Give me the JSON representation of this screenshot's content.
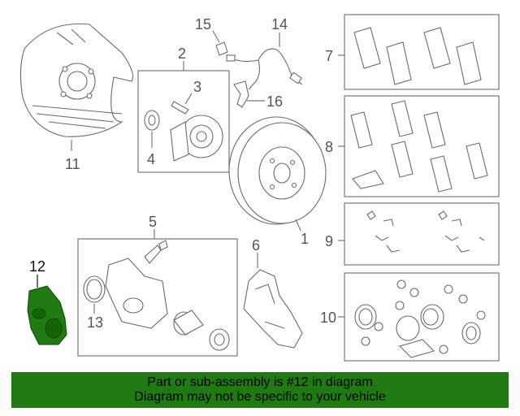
{
  "diagram": {
    "callouts": {
      "c1": "1",
      "c2": "2",
      "c3": "3",
      "c4": "4",
      "c5": "5",
      "c6": "6",
      "c7": "7",
      "c8": "8",
      "c9": "9",
      "c10": "10",
      "c11": "11",
      "c12": "12",
      "c13": "13",
      "c14": "14",
      "c15": "15",
      "c16": "16"
    },
    "highlight_color": "#1f7a12"
  },
  "banner": {
    "line1": "Part or sub-assembly is #12 in diagram",
    "line2": "Diagram may not be specific to your vehicle",
    "background": "#1f7a12"
  }
}
